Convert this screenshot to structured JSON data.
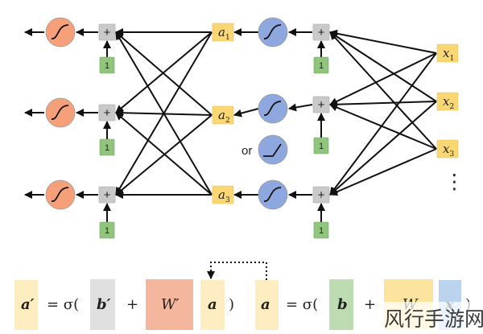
{
  "diagram": {
    "plus_symbol": "+",
    "bias_one": "1",
    "or_text": "or",
    "hidden_labels": [
      {
        "base": "a",
        "sub": "1"
      },
      {
        "base": "a",
        "sub": "2"
      },
      {
        "base": "a",
        "sub": "3"
      }
    ],
    "input_labels": [
      {
        "base": "x",
        "sub": "1"
      },
      {
        "base": "x",
        "sub": "2"
      },
      {
        "base": "x",
        "sub": "3"
      }
    ],
    "ellipsis": "⋮",
    "colors": {
      "orange_neuron": "#f6a07a",
      "blue_neuron": "#8ea8df",
      "node_yellow": "#fbd774",
      "bias_green": "#91c47d",
      "sum_gray": "#c9c9c9",
      "weight_orange": "#f3a98d",
      "weight_yellow": "#fbdf8e",
      "input_blue": "#a6c4e8",
      "bias_gray": "#cfcfcf",
      "text": "#222222",
      "stroke": "#111111"
    }
  },
  "equation": {
    "a_prime": "a′",
    "equals_sigma": "= σ(",
    "b_prime": "b′",
    "plus": "+",
    "w_prime": "W′",
    "a": "a",
    "close": ")",
    "b": "b",
    "w": "W",
    "x": "x"
  },
  "watermark": {
    "text": "风行手游网"
  }
}
